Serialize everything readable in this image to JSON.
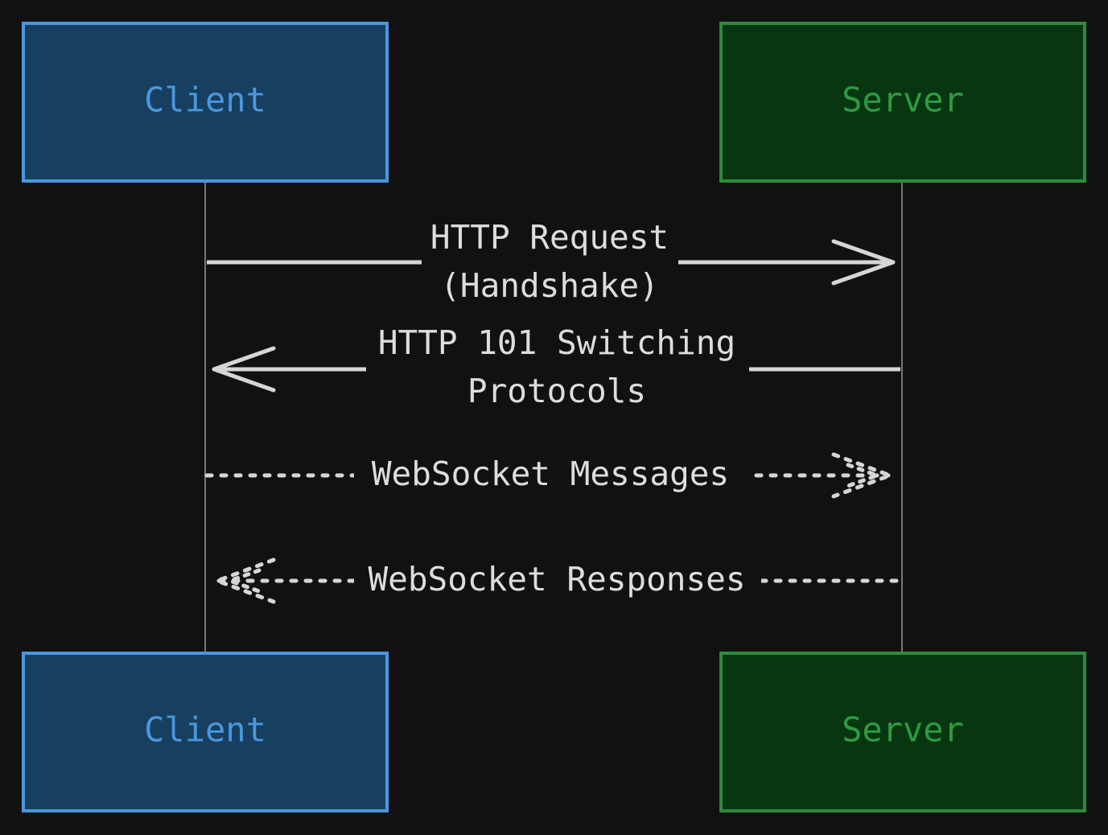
{
  "diagram": {
    "type": "sequence",
    "colors": {
      "background": "#111111",
      "client_fill": "#173f60",
      "client_stroke": "#4a97dd",
      "client_text": "#4a97dd",
      "server_fill": "#083610",
      "server_stroke": "#2e8a3e",
      "server_text": "#2e9a42",
      "line": "#d6d6d6",
      "lifeline": "#777777"
    },
    "actors": {
      "client": "Client",
      "server": "Server"
    },
    "messages": [
      {
        "from": "client",
        "to": "server",
        "style": "solid",
        "lines": [
          "HTTP Request",
          "(Handshake)"
        ]
      },
      {
        "from": "server",
        "to": "client",
        "style": "solid",
        "lines": [
          "HTTP 101 Switching",
          "Protocols"
        ]
      },
      {
        "from": "client",
        "to": "server",
        "style": "dotted",
        "lines": [
          "WebSocket Messages"
        ]
      },
      {
        "from": "server",
        "to": "client",
        "style": "dotted",
        "lines": [
          "WebSocket Responses"
        ]
      }
    ]
  }
}
